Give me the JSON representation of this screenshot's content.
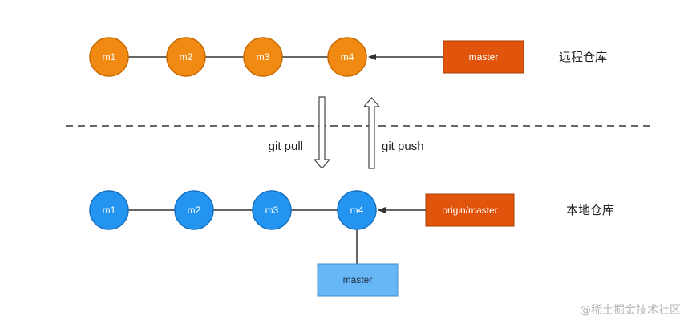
{
  "remote": {
    "title": "远程仓库",
    "commits": [
      "m1",
      "m2",
      "m3",
      "m4"
    ],
    "branch": "master",
    "node_color": "#f08a12",
    "node_stroke": "#c86a00",
    "branch_color": "#e0540c"
  },
  "local": {
    "title": "本地仓库",
    "commits": [
      "m1",
      "m2",
      "m3",
      "m4"
    ],
    "tracking_branch": "origin/master",
    "branch": "master",
    "node_color": "#2394f0",
    "node_stroke": "#1870c0",
    "tracking_color": "#e0540c",
    "branch_color": "#67b6f5"
  },
  "commands": {
    "pull": "git pull",
    "push": "git push"
  },
  "watermark": "@稀土掘金技术社区"
}
